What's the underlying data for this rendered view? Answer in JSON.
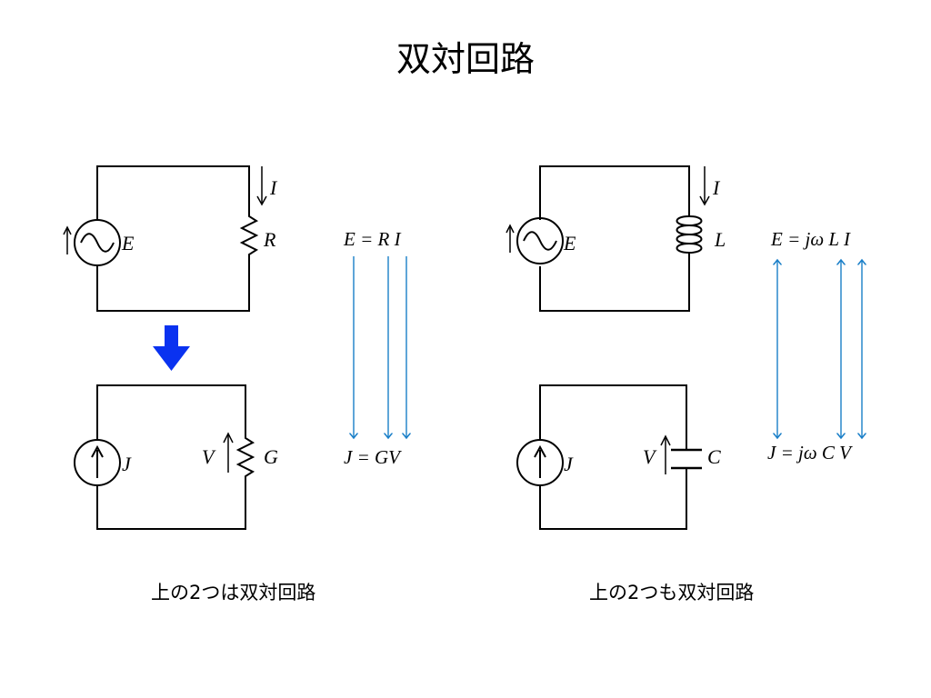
{
  "slide": {
    "title": "双対回路",
    "caption_left": "上の2つは双対回路",
    "caption_right": "上の2つも双対回路"
  },
  "colors": {
    "wire": "#000000",
    "relation_arrow": "#1a7fc8",
    "transform_arrow": "#0a32f0"
  },
  "labels": {
    "left_top": {
      "source": "E",
      "current": "I",
      "element": "R"
    },
    "left_bottom": {
      "source": "J",
      "voltage": "V",
      "element": "G"
    },
    "right_top": {
      "source": "E",
      "current": "I",
      "element": "L"
    },
    "right_bottom": {
      "source": "J",
      "voltage": "V",
      "element": "C"
    }
  },
  "equations": {
    "left_top": "E = R I",
    "left_bottom": "J = GV",
    "right_top": "E = jω L I",
    "right_bottom": "J = jω C V"
  },
  "icons": {
    "ac_source": "ac-voltage-source-icon",
    "current_source": "current-source-icon",
    "resistor": "resistor-icon",
    "inductor": "inductor-icon",
    "capacitor": "capacitor-icon",
    "down_arrow": "down-arrow-icon"
  }
}
